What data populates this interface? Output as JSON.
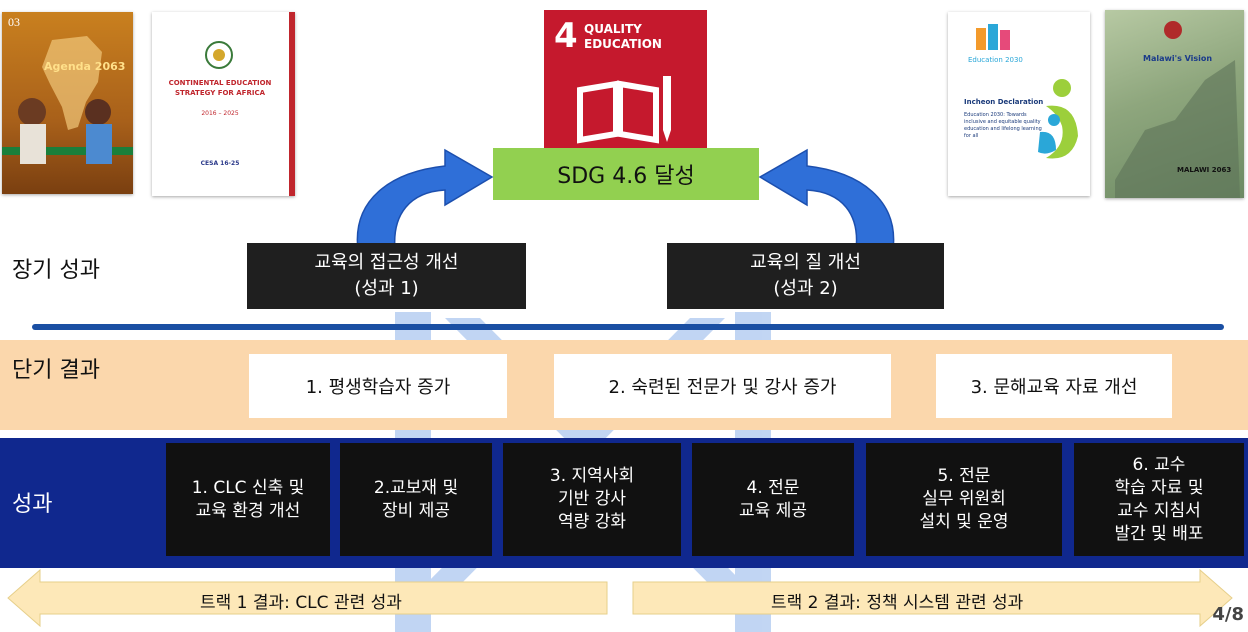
{
  "thumbnails": {
    "agenda_number": "03",
    "agenda_title": "Agenda 2063",
    "cesa_title": "CONTINENTAL EDUCATION STRATEGY FOR AFRICA",
    "cesa_years": "2016 – 2025",
    "cesa_code": "CESA 16-25",
    "incheon_top": "Education 2030",
    "incheon_title": "Incheon Declaration",
    "incheon_body": "Education 2030: Towards inclusive and equitable quality education and lifelong learning for all",
    "malawi_title": "Malawi's Vision",
    "malawi_code": "MALAWI 2063"
  },
  "sdg": {
    "number": "4",
    "title": "QUALITY\nEDUCATION",
    "color": "#c5192d"
  },
  "goal": "SDG 4.6 달성",
  "labels": {
    "long_term": "장기 성과",
    "short_term": "단기 결과",
    "outputs": "성과"
  },
  "long_term_outcomes": [
    {
      "line1": "교육의 접근성 개선",
      "line2": "(성과 1)"
    },
    {
      "line1": "교육의 질 개선",
      "line2": "(성과 2)"
    }
  ],
  "short_term_results": [
    "1. 평생학습자 증가",
    "2. 숙련된 전문가 및 강사 증가",
    "3. 문해교육 자료 개선"
  ],
  "outputs": [
    [
      "1. CLC 신축 및",
      "교육 환경 개선"
    ],
    [
      "2.교보재 및",
      "장비 제공"
    ],
    [
      "3. 지역사회",
      "기반 강사",
      "역량 강화"
    ],
    [
      "4. 전문",
      "교육 제공"
    ],
    [
      "5. 전문",
      "실무 위원회",
      "설치 및 운영"
    ],
    [
      "6. 교수",
      "학습 자료 및",
      "교수 지침서",
      "발간 및 배포"
    ]
  ],
  "tracks": {
    "track1": "트랙 1 결과: CLC 관련 성과",
    "track2": "트랙 2 결과: 정책 시스템 관련 성과"
  },
  "page": "4/8",
  "colors": {
    "goal_green": "#92d050",
    "navy": "#10288e",
    "peach": "#fbd7ac",
    "arrow_blue": "#2f6fd8",
    "track_fill": "#fde8b8"
  }
}
